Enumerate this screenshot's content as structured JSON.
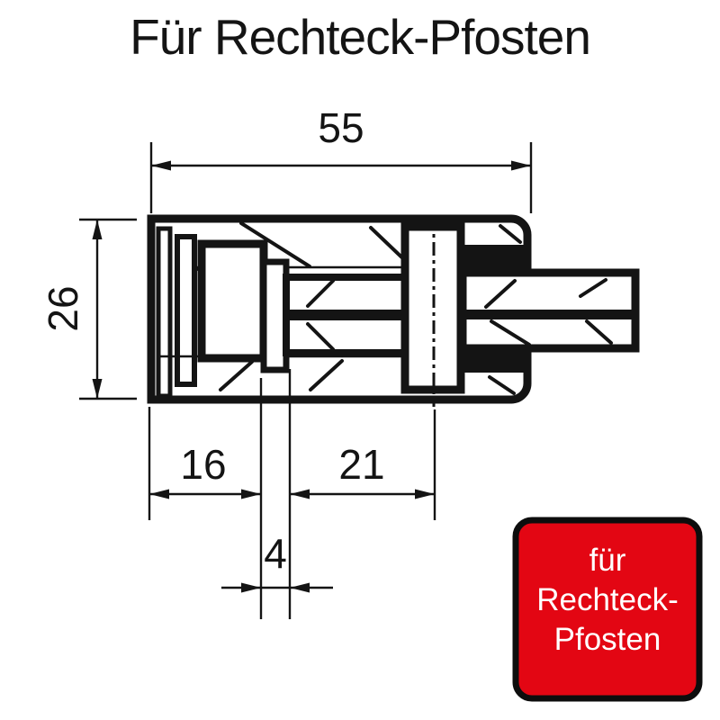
{
  "title": "Für Rechteck-Pfosten",
  "drawing": {
    "dimensions": {
      "overall_width": "55",
      "overall_height": "26",
      "left_depth": "16",
      "right_depth": "21",
      "glass_gap": "4"
    }
  },
  "badge": {
    "lines": [
      "für",
      "Rechteck-",
      "Pfosten"
    ],
    "background_color": "#e30613",
    "border_color": "#0d0d0d",
    "text_color": "#ffffff"
  },
  "colors": {
    "line": "#141414",
    "background": "#ffffff"
  }
}
